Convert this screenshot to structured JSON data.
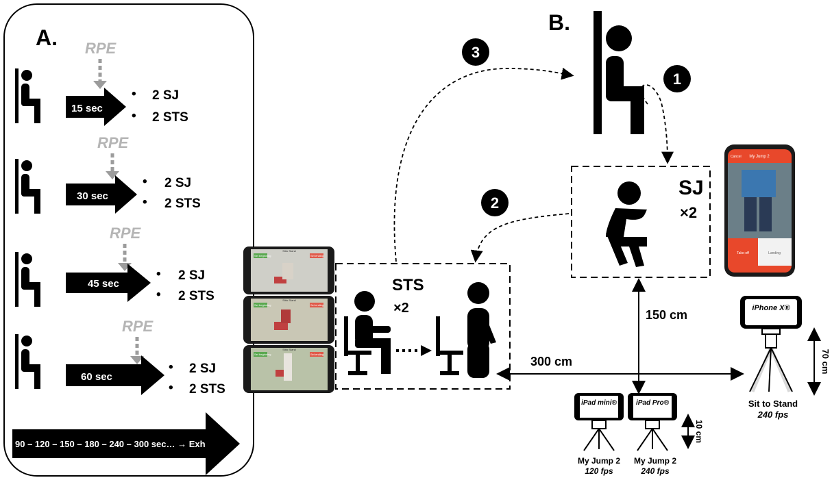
{
  "panel_a": {
    "label": "A.",
    "rpe_label": "RPE",
    "protocol_items": [
      "2 SJ",
      "2 STS"
    ],
    "durations": [
      "15 sec",
      "30 sec",
      "45 sec",
      "60 sec"
    ],
    "progression": "90 – 120 – 150 – 180 – 240 – 300 sec… → Exh"
  },
  "panel_b": {
    "label": "B.",
    "steps": [
      "1",
      "2",
      "3"
    ],
    "sj_box": {
      "title": "SJ",
      "reps": "×2"
    },
    "sts_box": {
      "title": "STS",
      "reps": "×2"
    },
    "phone_app": {
      "title": "My Jump 2",
      "takeoff": "Take-off",
      "landing": "Landing",
      "cancel": "Cancel"
    },
    "tablet_app": {
      "title": "Sitto Stand",
      "left_button": "Set beginning",
      "right_button": "Set ending"
    },
    "distances": {
      "vertical": "150 cm",
      "horizontal": "300 cm",
      "iphone_height": "70 cm",
      "ipad_height": "10 cm"
    },
    "devices": [
      {
        "screen_label": "iPhone X®",
        "caption": "Sit to Stand",
        "fps": "240 fps"
      },
      {
        "screen_label": "iPad mini®",
        "caption": "My Jump 2",
        "fps": "120 fps"
      },
      {
        "screen_label": "iPad Pro®",
        "caption": "My Jump 2",
        "fps": "240 fps"
      }
    ]
  },
  "colors": {
    "accent": "#e8482b",
    "grey": "#b5b5b5",
    "ink": "#000000"
  }
}
